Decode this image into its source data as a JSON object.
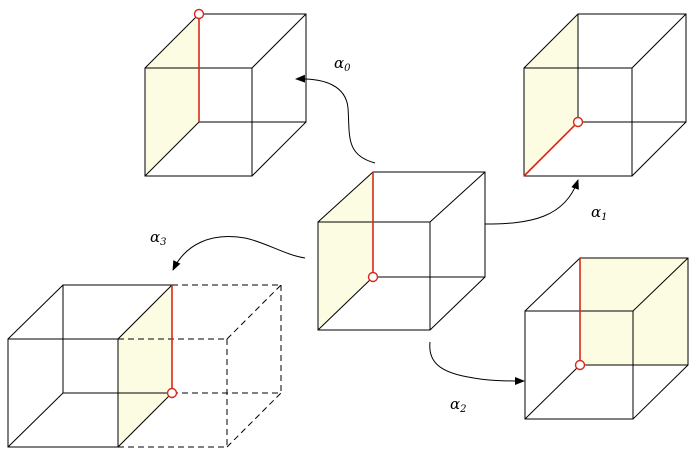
{
  "labels": {
    "alpha0": {
      "base": "α",
      "sub": "0"
    },
    "alpha1": {
      "base": "α",
      "sub": "1"
    },
    "alpha2": {
      "base": "α",
      "sub": "2"
    },
    "alpha3": {
      "base": "α",
      "sub": "3"
    }
  },
  "colors": {
    "line": "#000000",
    "dart": "#d62a1a",
    "face_fill": "#fcfce3",
    "vertex_fill": "#ffffff"
  }
}
